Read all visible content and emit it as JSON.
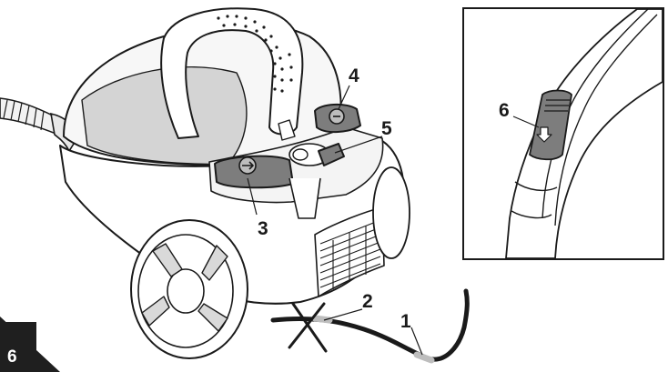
{
  "figure": {
    "step_number": "6",
    "callouts": [
      {
        "id": "1",
        "label": "1"
      },
      {
        "id": "2",
        "label": "2"
      },
      {
        "id": "3",
        "label": "3"
      },
      {
        "id": "4",
        "label": "4"
      },
      {
        "id": "5",
        "label": "5"
      },
      {
        "id": "6",
        "label": "6"
      }
    ]
  },
  "colors": {
    "line": "#1a1a1a",
    "button_gray": "#7d7d7d",
    "panel_gray": "#d9d9d9",
    "shade_gray": "#c4c4c4",
    "badge": "#1f1f1f"
  }
}
